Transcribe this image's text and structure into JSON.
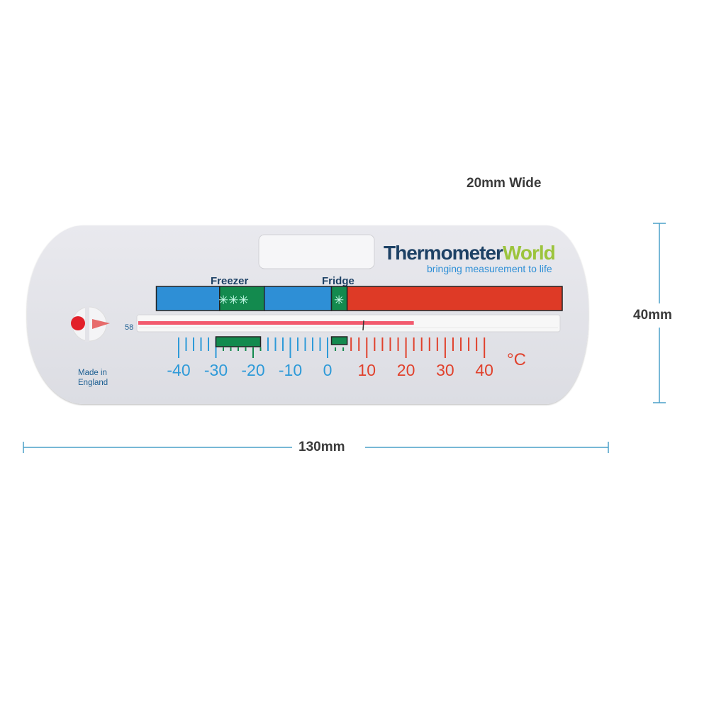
{
  "dimensions": {
    "width_label": "20mm Wide",
    "height_label": "40mm",
    "length_label": "130mm"
  },
  "brand": {
    "name_part1": "Thermometer",
    "name_part2": "World",
    "tagline": "bringing measurement to life"
  },
  "labels": {
    "freezer": "Freezer",
    "fridge": "Fridge",
    "freezer_stars": "✳✳✳",
    "fridge_star": "✳",
    "max_mark": "58",
    "unit": "°C",
    "origin_line1": "Made in",
    "origin_line2": "England"
  },
  "scale": {
    "min": -46,
    "max": 40,
    "ticks": [
      "-40",
      "-30",
      "-20",
      "-10",
      "0",
      "10",
      "20",
      "30",
      "40"
    ],
    "reading_c": 22
  },
  "zones": [
    {
      "name": "cold",
      "from": -46,
      "to": -29,
      "color": "#2e8fd6"
    },
    {
      "name": "freezer",
      "from": -29,
      "to": -17,
      "color": "#138a4e"
    },
    {
      "name": "cold",
      "from": -17,
      "to": 1,
      "color": "#2e8fd6"
    },
    {
      "name": "fridge",
      "from": 1,
      "to": 5,
      "color": "#138a4e"
    },
    {
      "name": "warm",
      "from": 5,
      "to": 60,
      "color": "#de3a26"
    }
  ],
  "colors": {
    "blue": "#2e9ad8",
    "red": "#e0412c",
    "green": "#138a4e",
    "navy": "#1d4165",
    "lime": "#9cc43c",
    "dim_line": "#4aa0c8"
  }
}
